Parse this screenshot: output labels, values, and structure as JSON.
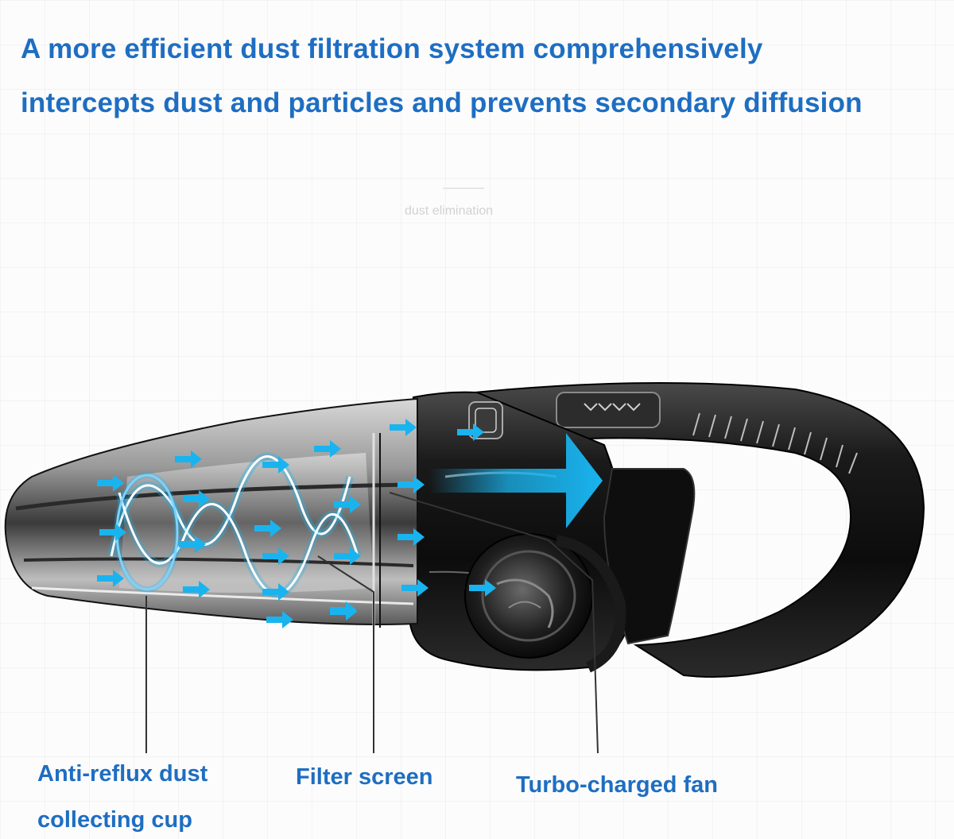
{
  "headline": {
    "line1": "A more efficient dust filtration system comprehensively",
    "line2": "intercepts dust and particles and prevents secondary diffusion"
  },
  "ghost_caption": "dust elimination",
  "labels": {
    "dust_cup_line1": "Anti-reflux dust",
    "dust_cup_line2": "collecting cup",
    "filter_screen": "Filter screen",
    "turbo_fan": "Turbo-charged fan"
  },
  "colors": {
    "headline_text": "#1e6ec2",
    "airflow_arrow": "#19b4ef",
    "body_dark": "#141414"
  },
  "icons": [
    "airflow-arrow-icon",
    "spiral-airflow-icon",
    "power-button-icon",
    "turbo-fan-icon"
  ]
}
